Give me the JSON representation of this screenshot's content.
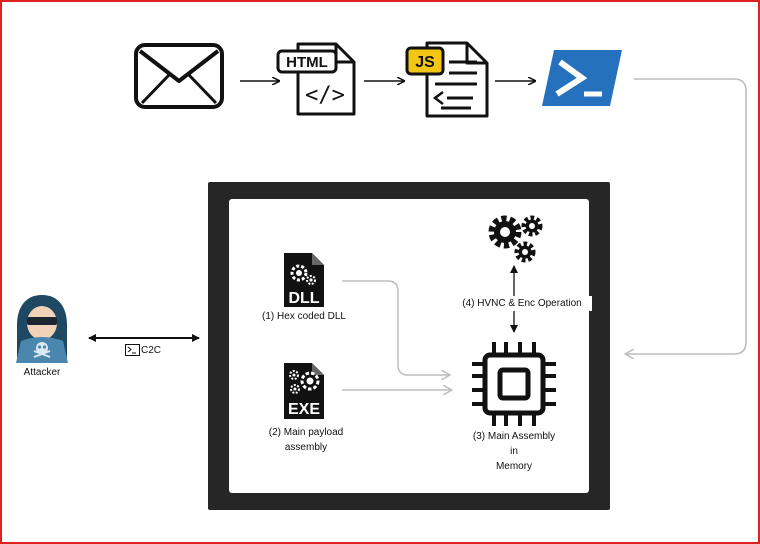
{
  "colors": {
    "border": "#e02020",
    "panel_outer": "#262626",
    "panel_inner": "#ffffff",
    "powershell": "#2671be",
    "js_badge": "#f3c614",
    "attacker": "#3c6e91",
    "arrow_gray": "#bdbdbd"
  },
  "top_flow": {
    "icons": [
      "envelope-icon",
      "html-file-icon",
      "js-file-icon",
      "powershell-icon"
    ],
    "html_badge": "HTML",
    "html_code": "</>",
    "js_badge": "JS"
  },
  "attacker": {
    "label": "Attacker",
    "icon": "hacker-icon"
  },
  "c2c": {
    "label": "C2C",
    "icon": "terminal-icon"
  },
  "panel": {
    "dll": {
      "badge": "DLL",
      "label": "(1) Hex coded DLL"
    },
    "exe": {
      "badge": "EXE",
      "label_line1": "(2) Main payload",
      "label_line2": "assembly"
    },
    "cpu": {
      "label_line1": "(3) Main Assembly",
      "label_line2": "in",
      "label_line3": "Memory"
    },
    "gears": {
      "label": "(4) HVNC &  Enc Operation"
    }
  }
}
